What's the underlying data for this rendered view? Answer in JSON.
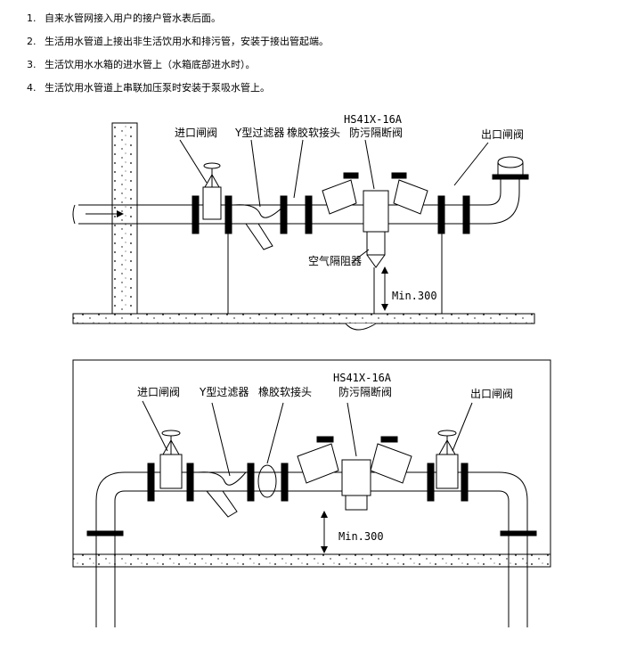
{
  "notes": [
    {
      "num": "1.",
      "text": "自来水管网接入用户的接户管水表后面。"
    },
    {
      "num": "2.",
      "text": "生活用水管道上接出非生活饮用水和排污管，安装于接出管起端。"
    },
    {
      "num": "3.",
      "text": "生活饮用水水箱的进水管上（水箱底部进水时）。"
    },
    {
      "num": "4.",
      "text": "生活饮用水管道上串联加压泵时安装于泵吸水管上。"
    }
  ],
  "diagram1": {
    "inlet_valve": "进口闸阀",
    "y_strainer": "Y型过滤器",
    "rubber_joint": "橡胶软接头",
    "model": "HS41X-16A",
    "backflow_preventer": "防污隔断阀",
    "outlet_valve": "出口闸阀",
    "air_gap": "空气隔阻器",
    "min_clearance": "Min.300"
  },
  "diagram2": {
    "inlet_valve": "进口闸阀",
    "y_strainer": "Y型过滤器",
    "rubber_joint": "橡胶软接头",
    "model": "HS41X-16A",
    "backflow_preventer": "防污隔断阀",
    "outlet_valve": "出口闸阀",
    "min_clearance": "Min.300"
  },
  "icons": {
    "gate_valve": "gate-valve-icon",
    "flow_arrow": "flow-arrow-icon"
  }
}
